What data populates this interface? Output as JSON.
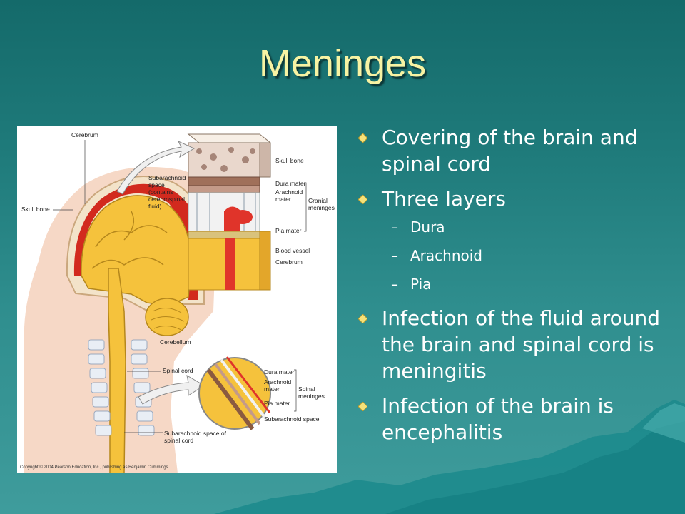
{
  "slide": {
    "title": "Meninges",
    "bullets": [
      {
        "text": "Covering of the brain and spinal cord"
      },
      {
        "text": "Three layers"
      },
      {
        "text": "Infection of the fluid around the brain and spinal cord is meningitis"
      },
      {
        "text": "Infection of the brain is encephalitis"
      }
    ],
    "sub_bullets": [
      "Dura",
      "Arachnoid",
      "Pia"
    ],
    "sub_dash": "–"
  },
  "figure": {
    "labels": {
      "cerebrum": "Cerebrum",
      "skull_bone_left": "Skull bone",
      "subarachnoid_space_1": "Subarachnoid",
      "subarachnoid_space_2": "space",
      "subarachnoid_space_3": "(contains",
      "subarachnoid_space_4": "cerebrospinal",
      "subarachnoid_space_5": "fluid)",
      "skull_bone_right": "Skull bone",
      "dura_mater": "Dura mater",
      "arachnoid_mater_1": "Arachnoid",
      "arachnoid_mater_2": "mater",
      "pia_mater": "Pia mater",
      "cranial_meninges_1": "Cranial",
      "cranial_meninges_2": "meninges",
      "blood_vessel": "Blood vessel",
      "cerebrum_right": "Cerebrum",
      "cerebellum": "Cerebellum",
      "spinal_cord": "Spinal cord",
      "dura_mater_2": "Dura mater",
      "arachnoid_mater_3": "Arachnoid",
      "arachnoid_mater_4": "mater",
      "pia_mater_2": "Pia mater",
      "spinal_meninges_1": "Spinal",
      "spinal_meninges_2": "meninges",
      "subarachnoid_space_6": "Subarachnoid space",
      "subarachnoid_spinal_1": "Subarachnoid space of",
      "subarachnoid_spinal_2": "spinal cord",
      "copyright": "Copyright © 2004 Pearson Education, Inc., publishing as Benjamin Cummings."
    }
  },
  "colors": {
    "title": "#f7f3a3",
    "bullet_text": "#ffffff",
    "bullet_marker": "#f5e27a",
    "mountain": "#1b8a8c",
    "brain": "#f5c23c",
    "dura": "#d22a1e"
  }
}
